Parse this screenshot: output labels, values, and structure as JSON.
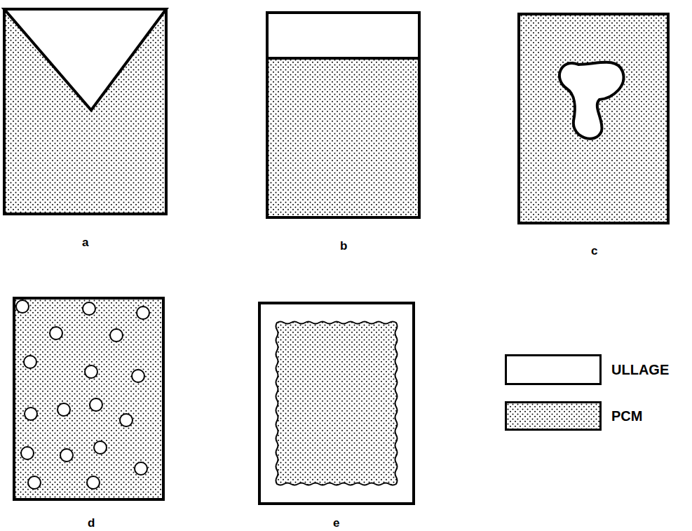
{
  "diagram": {
    "labels": [
      "a",
      "b",
      "c",
      "d",
      "e"
    ],
    "legend": [
      {
        "text": "ULLAGE",
        "color": "#ffffff"
      },
      {
        "text": "PCM"
      }
    ]
  }
}
